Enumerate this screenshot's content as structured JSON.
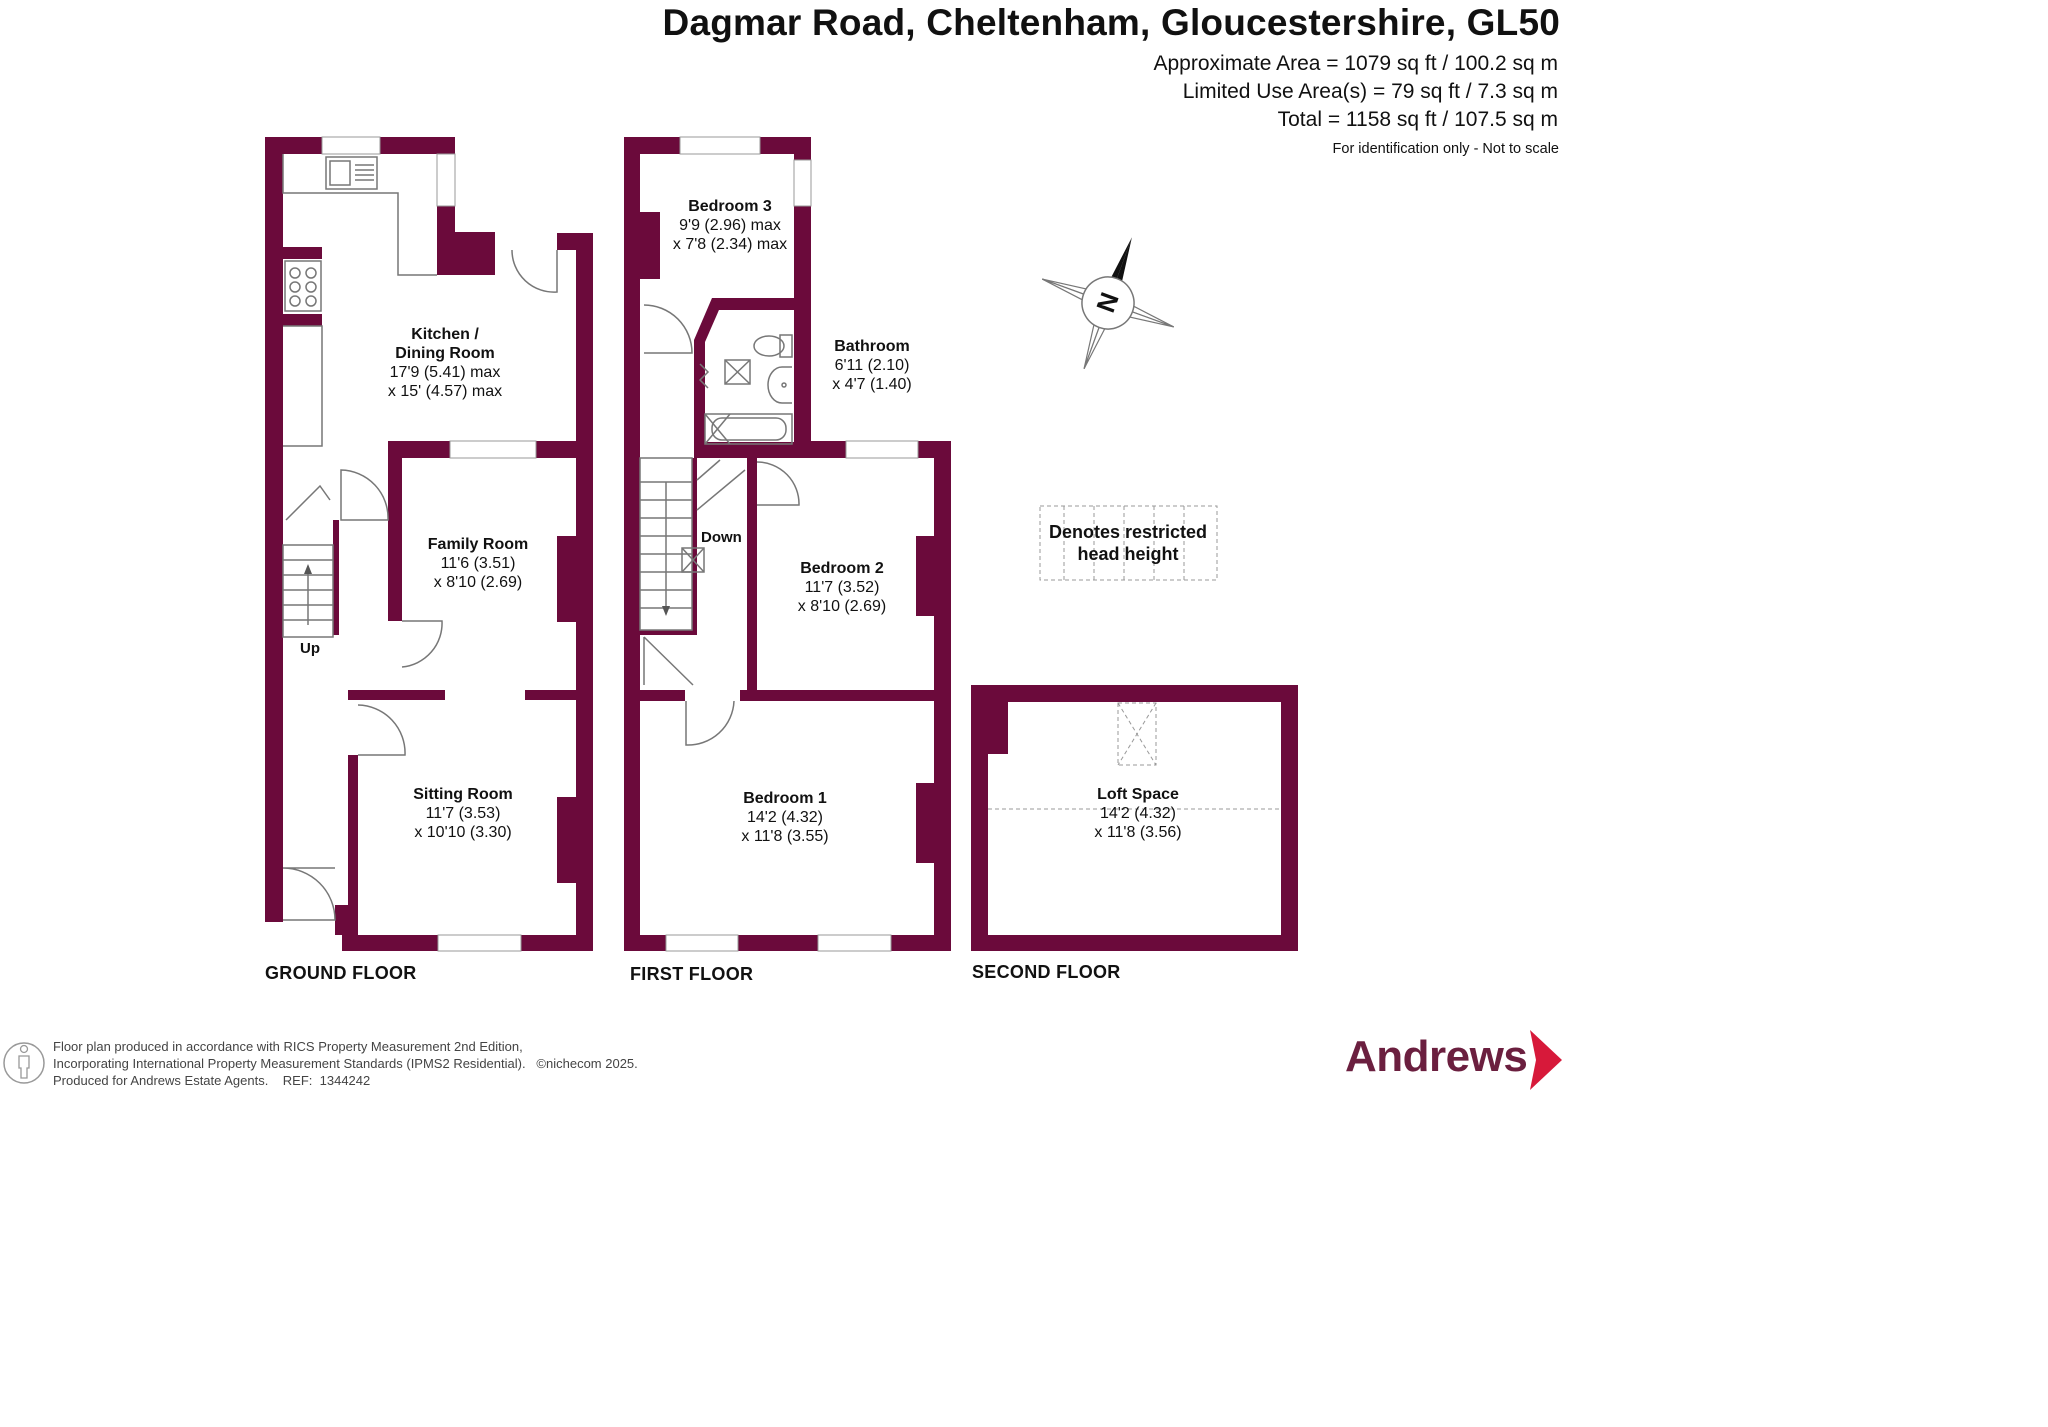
{
  "header": {
    "title": "Dagmar Road, Cheltenham, Gloucestershire, GL50",
    "approx_area": "Approximate Area = 1079 sq ft / 100.2 sq m",
    "limited_use": "Limited Use Area(s) = 79 sq ft / 7.3 sq m",
    "total": "Total = 1158 sq ft / 107.5 sq m",
    "disclaimer": "For identification only - Not to scale"
  },
  "colors": {
    "wall": "#6b0a3b",
    "fixture": "#777777",
    "brand": "#6b1f3f"
  },
  "ground_floor": {
    "label": "GROUND FLOOR",
    "stairs_label": "Up",
    "rooms": [
      {
        "name_lines": [
          "Kitchen /",
          "Dining Room"
        ],
        "dim1": "17'9 (5.41) max",
        "dim2": "x 15' (4.57) max"
      },
      {
        "name_lines": [
          "Family Room"
        ],
        "dim1": "11'6 (3.51)",
        "dim2": "x 8'10 (2.69)"
      },
      {
        "name_lines": [
          "Sitting Room"
        ],
        "dim1": "11'7 (3.53)",
        "dim2": "x 10'10 (3.30)"
      }
    ]
  },
  "first_floor": {
    "label": "FIRST FLOOR",
    "stairs_label": "Down",
    "rooms": [
      {
        "name_lines": [
          "Bedroom 3"
        ],
        "dim1": "9'9 (2.96) max",
        "dim2": "x 7'8 (2.34) max"
      },
      {
        "name_lines": [
          "Bathroom"
        ],
        "dim1": "6'11 (2.10)",
        "dim2": "x 4'7 (1.40)"
      },
      {
        "name_lines": [
          "Bedroom 2"
        ],
        "dim1": "11'7 (3.52)",
        "dim2": "x 8'10 (2.69)"
      },
      {
        "name_lines": [
          "Bedroom 1"
        ],
        "dim1": "14'2 (4.32)",
        "dim2": "x 11'8 (3.55)"
      }
    ]
  },
  "second_floor": {
    "label": "SECOND FLOOR",
    "rooms": [
      {
        "name_lines": [
          "Loft Space"
        ],
        "dim1": "14'2 (4.32)",
        "dim2": "x 11'8 (3.56)"
      }
    ]
  },
  "legend": {
    "line1": "Denotes restricted",
    "line2": "head height"
  },
  "compass": {
    "letter": "N",
    "icon": "compass-rose-icon"
  },
  "footer": {
    "line1": "Floor plan produced in accordance with RICS Property Measurement 2nd Edition,",
    "line2": "Incorporating International Property Measurement Standards (IPMS2 Residential).   ©nichecom 2025.",
    "line3": "Produced for Andrews Estate Agents.    REF:  1344242",
    "icon": "person-figure-icon"
  },
  "brand": {
    "name": "Andrews",
    "icon": "chevron-arrow-icon"
  }
}
